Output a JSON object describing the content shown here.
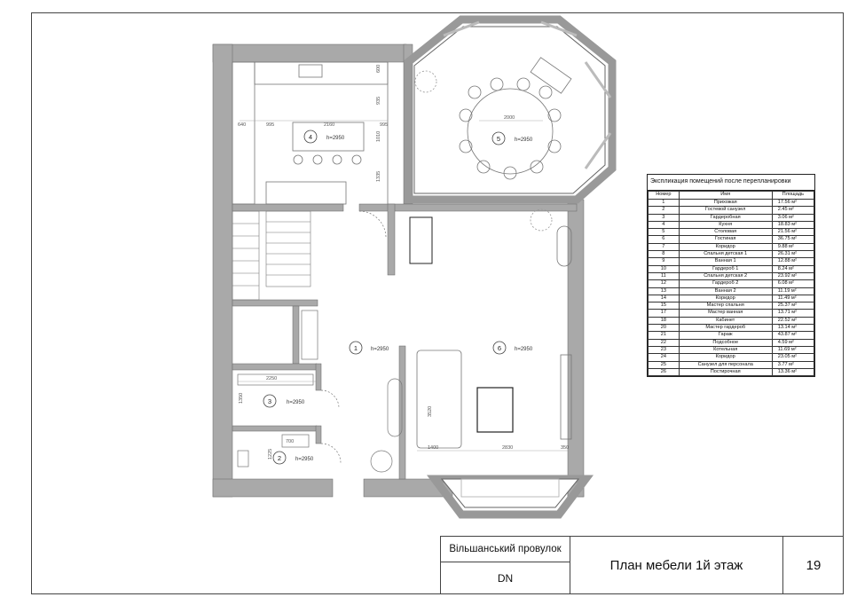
{
  "legend": {
    "title": "Экспликация помещений после перепланировки",
    "columns": [
      "Номер",
      "Имя",
      "Площадь"
    ],
    "rows": [
      {
        "num": "1",
        "name": "Прихожая",
        "area": "17.56 м²"
      },
      {
        "num": "2",
        "name": "Гостевой санузел",
        "area": "2.45 м²"
      },
      {
        "num": "3",
        "name": "Гардеробная",
        "area": "3.06 м²"
      },
      {
        "num": "4",
        "name": "Кухня",
        "area": "18.83 м²"
      },
      {
        "num": "5",
        "name": "Столовая",
        "area": "21.56 м²"
      },
      {
        "num": "6",
        "name": "Гостиная",
        "area": "36.75 м²"
      },
      {
        "num": "7",
        "name": "Коридор",
        "area": "9.88 м²"
      },
      {
        "num": "8",
        "name": "Спальня детская 1",
        "area": "26.31 м²"
      },
      {
        "num": "9",
        "name": "Ванная 1",
        "area": "12.88 м²"
      },
      {
        "num": "10",
        "name": "Гардероб 1",
        "area": "8.24 м²"
      },
      {
        "num": "11",
        "name": "Спальня детская 2",
        "area": "23.92 м²"
      },
      {
        "num": "12",
        "name": "Гардероб 2",
        "area": "6.08 м²"
      },
      {
        "num": "13",
        "name": "Ванная 2",
        "area": "11.19 м²"
      },
      {
        "num": "14",
        "name": "Коридор",
        "area": "11.49 м²"
      },
      {
        "num": "15",
        "name": "Мастер спальня",
        "area": "25.37 м²"
      },
      {
        "num": "17",
        "name": "Мастер ванная",
        "area": "13.71 м²"
      },
      {
        "num": "18",
        "name": "Кабинет",
        "area": "22.52 м²"
      },
      {
        "num": "20",
        "name": "Мастер гардероб",
        "area": "13.14 м²"
      },
      {
        "num": "21",
        "name": "Гараж",
        "area": "43.87 м²"
      },
      {
        "num": "22",
        "name": "Подсобное",
        "area": "4.59 м²"
      },
      {
        "num": "23",
        "name": "Котельная",
        "area": "11.69 м²"
      },
      {
        "num": "24",
        "name": "Коридор",
        "area": "23.05 м²"
      },
      {
        "num": "25",
        "name": "Санузел для персонала",
        "area": "3.77 м²"
      },
      {
        "num": "26",
        "name": "Постирочная",
        "area": "13.36 м²"
      }
    ]
  },
  "rooms": {
    "r1": {
      "num": "1",
      "height": "h=2950"
    },
    "r2": {
      "num": "2",
      "height": "h=2950"
    },
    "r3": {
      "num": "3",
      "height": "h=2950"
    },
    "r4": {
      "num": "4",
      "height": "h=2950"
    },
    "r5": {
      "num": "5",
      "height": "h=2950"
    },
    "r6": {
      "num": "6",
      "height": "h=2950"
    }
  },
  "dims": {
    "d640": "640",
    "d995a": "995",
    "d2160": "2160",
    "d995b": "995",
    "d600": "600",
    "d935": "935",
    "d1010": "1010",
    "d1335": "1335",
    "d2000": "2000",
    "d2250": "2250",
    "d1350": "1350",
    "d700": "700",
    "d1225": "1225",
    "d3520": "3520",
    "d1400": "1400",
    "d2830": "2830",
    "d350": "350"
  },
  "stamp": {
    "street": "Вільшанський провулок",
    "author": "DN",
    "title": "План мебели 1й этаж",
    "page": "19"
  },
  "colors": {
    "wall": "#a9a9a9",
    "line": "#444444",
    "furniture": "#777777"
  }
}
